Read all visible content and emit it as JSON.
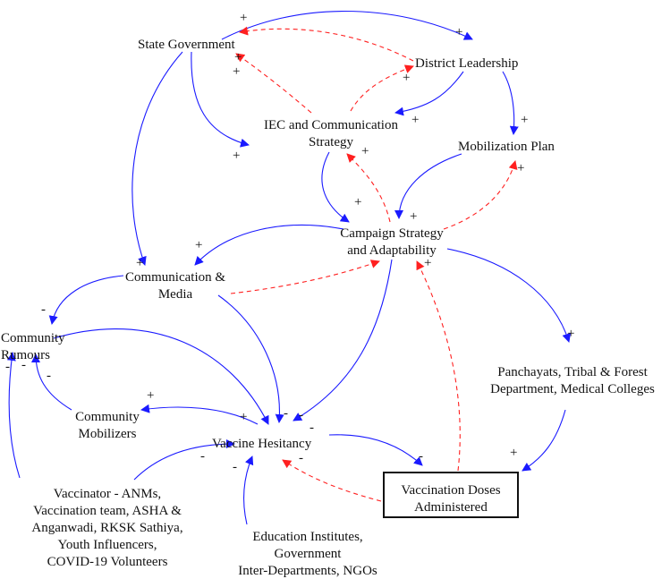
{
  "nodes": {
    "state_government": "State Government",
    "district_leadership": "District Leadership",
    "iec_line1": "IEC and Communication",
    "iec_line2": "Strategy",
    "mobilization_plan": "Mobilization Plan",
    "campaign_line1": "Campaign Strategy",
    "campaign_line2": "and Adaptability",
    "media_line1": "Communication &",
    "media_line2": "Media",
    "rumours_line1": "Community",
    "rumours_line2": "Rumours",
    "mobilizers_line1": "Community",
    "mobilizers_line2": "Mobilizers",
    "hesitancy": "Vaccine Hesitancy",
    "panchayats_line1": "Panchayats, Tribal & Forest",
    "panchayats_line2": "Department, Medical Colleges",
    "doses_line1": "Vaccination Doses",
    "doses_line2": "Administered",
    "vaccinator_line1": "Vaccinator - ANMs,",
    "vaccinator_line2": "Vaccination team, ASHA &",
    "vaccinator_line3": "Anganwadi, RKSK Sathiya,",
    "vaccinator_line4": "Youth Influencers,",
    "vaccinator_line5": "COVID-19 Volunteers",
    "education_line1": "Education Institutes,",
    "education_line2": "Government",
    "education_line3": "Inter-Departments, NGOs"
  },
  "polarity": {
    "positive": "+",
    "negative": "-"
  },
  "colors": {
    "solid_link": "#1a1aff",
    "dashed_link": "#ff2020",
    "text": "#111111"
  }
}
